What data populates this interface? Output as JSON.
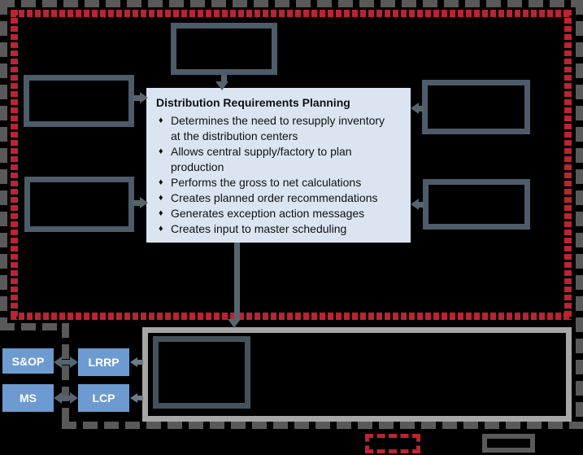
{
  "diagram": {
    "drp_panel": {
      "title": "Distribution Requirements Planning",
      "bullet_char": "♦",
      "bullets": [
        "Determines the need to resupply inventory at the distribution centers",
        "Allows central supply/factory to plan production",
        "Performs the gross to net calculations",
        "Creates planned order recommendations",
        "Generates exception action messages",
        "Creates input to master scheduling"
      ]
    },
    "modules": {
      "sop": "S&OP",
      "lrrp": "LRRP",
      "ms": "MS",
      "lcp": "LCP"
    }
  },
  "colors": {
    "background": "#000000",
    "outer-dash": "#595959",
    "red-dash": "#bb2430",
    "box-border": "#4d5c6a",
    "inner-box-border": "#44525e",
    "panel-bg": "#dbe5f1",
    "panel-text": "#111111",
    "module-blue": "#6d9bd1",
    "module-text": "#ffffff",
    "bottom-panel-border": "#a6a6a6",
    "arrow": "#56646f",
    "arrow-light": "#6e7a85"
  }
}
